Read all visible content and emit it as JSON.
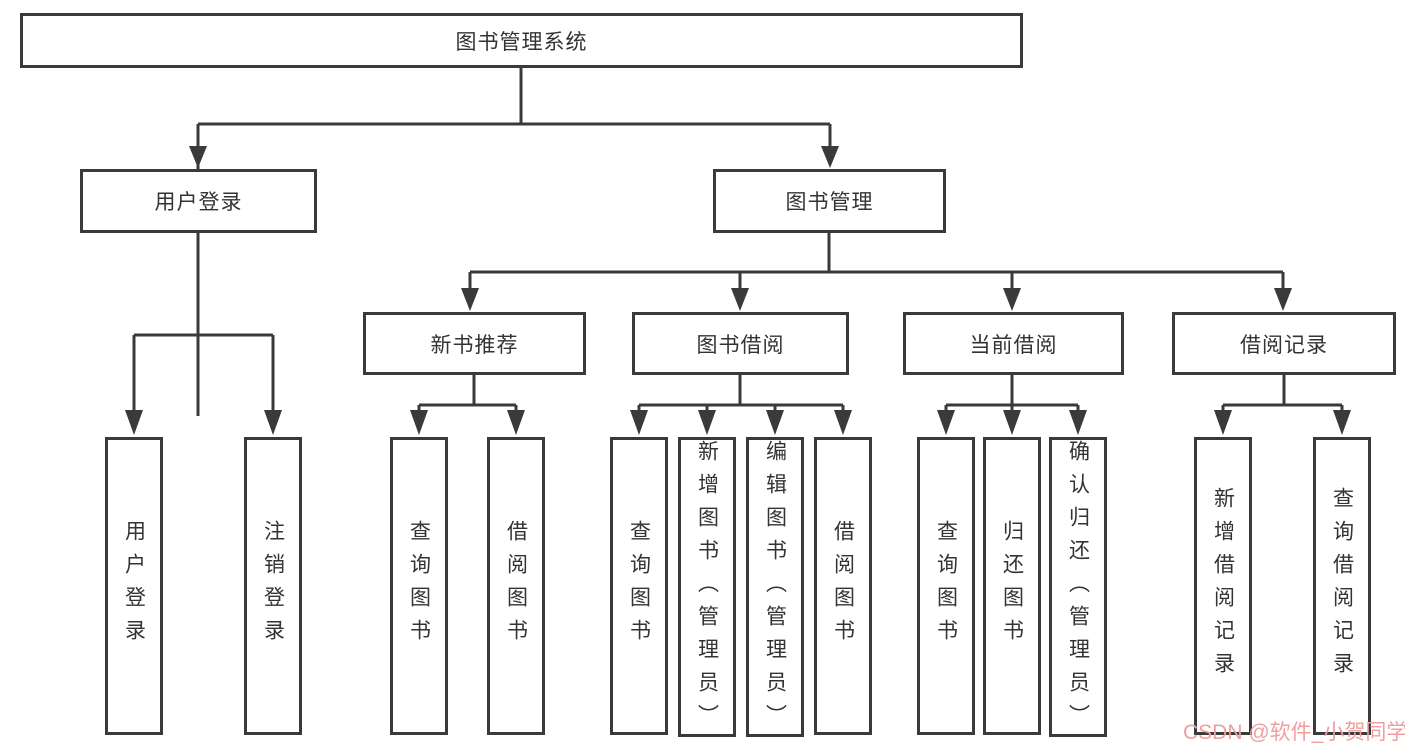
{
  "diagram": {
    "root": {
      "label": "图书管理系统"
    },
    "level1": [
      {
        "label": "用户登录"
      },
      {
        "label": "图书管理"
      }
    ],
    "level2": [
      {
        "label": "新书推荐"
      },
      {
        "label": "图书借阅"
      },
      {
        "label": "当前借阅"
      },
      {
        "label": "借阅记录"
      }
    ],
    "leaves": {
      "user_login": [
        {
          "label": "用户登录"
        },
        {
          "label": "注销登录"
        }
      ],
      "new_books": [
        {
          "label": "查询图书"
        },
        {
          "label": "借阅图书"
        }
      ],
      "book_borrow": [
        {
          "label": "查询图书"
        },
        {
          "label": "新增图书（管理员）"
        },
        {
          "label": "编辑图书（管理员）"
        },
        {
          "label": "借阅图书"
        }
      ],
      "current_borrow": [
        {
          "label": "查询图书"
        },
        {
          "label": "归还图书"
        },
        {
          "label": "确认归还（管理员）"
        }
      ],
      "borrow_records": [
        {
          "label": "新增借阅记录"
        },
        {
          "label": "查询借阅记录"
        }
      ]
    },
    "watermark": "CSDN @软件_小贺同学",
    "colors": {
      "line": "#3a3a3a",
      "box_border": "#3a3a3a",
      "box_fill": "#ffffff",
      "text": "#333333",
      "background": "#ffffff",
      "watermark": "#f09e9e"
    }
  }
}
